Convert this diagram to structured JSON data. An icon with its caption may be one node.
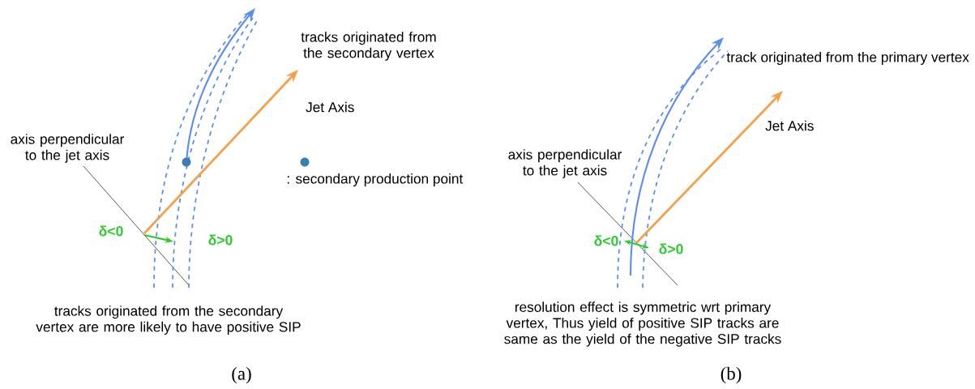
{
  "diagram": {
    "labels": [
      "tracks originated from the secondary vertex",
      "Jet Axis",
      "axis perpendicular to the jet axis",
      "δ<0",
      "δ>0",
      "tracks originated from the secondary vertex are more likely to have positive SIP",
      "(a)",
      "track originated from the primary vertex",
      "Jet Axis",
      "axis perpendicular to the jet axis",
      "δ<0",
      "δ>0",
      "resolution effect is symmetric wrt primary vertex, Thus yield of positive SIP tracks are same as the yield of the negative SIP tracks",
      "(b)"
    ],
    "legend": [
      {
        "text": ": secondary production point",
        "color": "#3a7fb0"
      }
    ]
  }
}
